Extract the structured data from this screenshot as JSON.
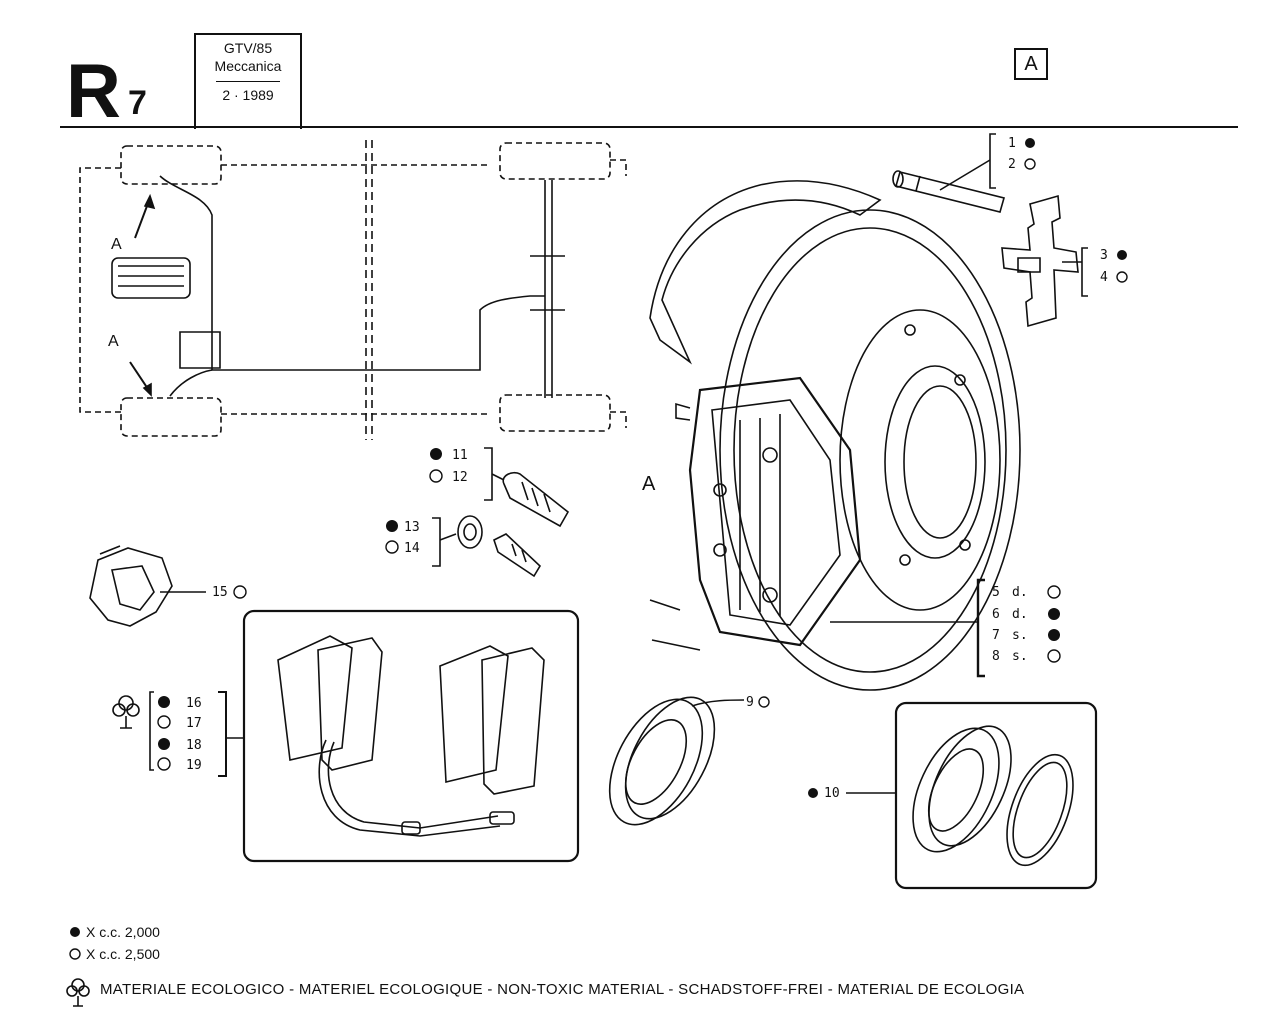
{
  "header": {
    "sheet_code": "R",
    "sheet_number": "7",
    "model": "GTV/85",
    "section": "Meccanica",
    "date": "2 · 1989",
    "view_label": "A"
  },
  "diagram": {
    "callout_a": "A",
    "parts": [
      {
        "num": "1",
        "marker": "filled"
      },
      {
        "num": "2",
        "marker": "open"
      },
      {
        "num": "3",
        "marker": "filled"
      },
      {
        "num": "4",
        "marker": "open"
      },
      {
        "num": "5",
        "suffix": "d.",
        "marker": "open"
      },
      {
        "num": "6",
        "suffix": "d.",
        "marker": "filled"
      },
      {
        "num": "7",
        "suffix": "s.",
        "marker": "filled"
      },
      {
        "num": "8",
        "suffix": "s.",
        "marker": "open"
      },
      {
        "num": "9",
        "marker": "open"
      },
      {
        "num": "10",
        "marker": "filled"
      },
      {
        "num": "11",
        "marker": "filled"
      },
      {
        "num": "12",
        "marker": "open"
      },
      {
        "num": "13",
        "marker": "filled"
      },
      {
        "num": "14",
        "marker": "open"
      },
      {
        "num": "15",
        "marker": "open"
      },
      {
        "num": "16",
        "marker": "filled"
      },
      {
        "num": "17",
        "marker": "open"
      },
      {
        "num": "18",
        "marker": "filled"
      },
      {
        "num": "19",
        "marker": "open"
      }
    ]
  },
  "legend": {
    "filled": "X c.c. 2,000",
    "open": "X c.c. 2,500",
    "eco_note": "MATERIALE ECOLOGICO - MATERIEL ECOLOGIQUE - NON-TOXIC MATERIAL - SCHADSTOFF-FREI - MATERIAL DE ECOLOGIA"
  },
  "colors": {
    "ink": "#111111",
    "paper": "#ffffff"
  }
}
